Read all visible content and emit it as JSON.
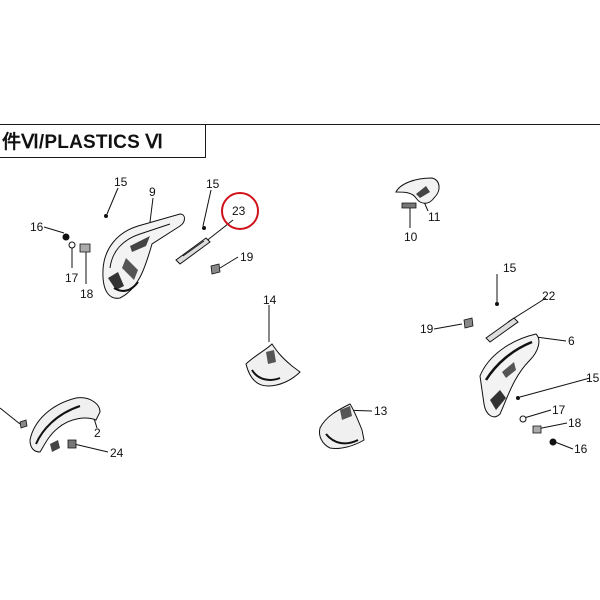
{
  "header": {
    "title": "件Ⅵ/PLASTICS Ⅵ"
  },
  "highlight": {
    "ring_color": "#d0121b",
    "part": "23"
  },
  "callouts": {
    "c15a": "15",
    "c9": "9",
    "c15b": "15",
    "c23": "23",
    "c16a": "16",
    "c19a": "19",
    "c17a": "17",
    "c18a": "18",
    "c11": "11",
    "c10": "10",
    "c14": "14",
    "c15c": "15",
    "c22": "22",
    "c19b": "19",
    "c6": "6",
    "c15d": "15",
    "c2": "2",
    "c24": "24",
    "c13": "13",
    "c17b": "17",
    "c18b": "18",
    "c16b": "16"
  }
}
